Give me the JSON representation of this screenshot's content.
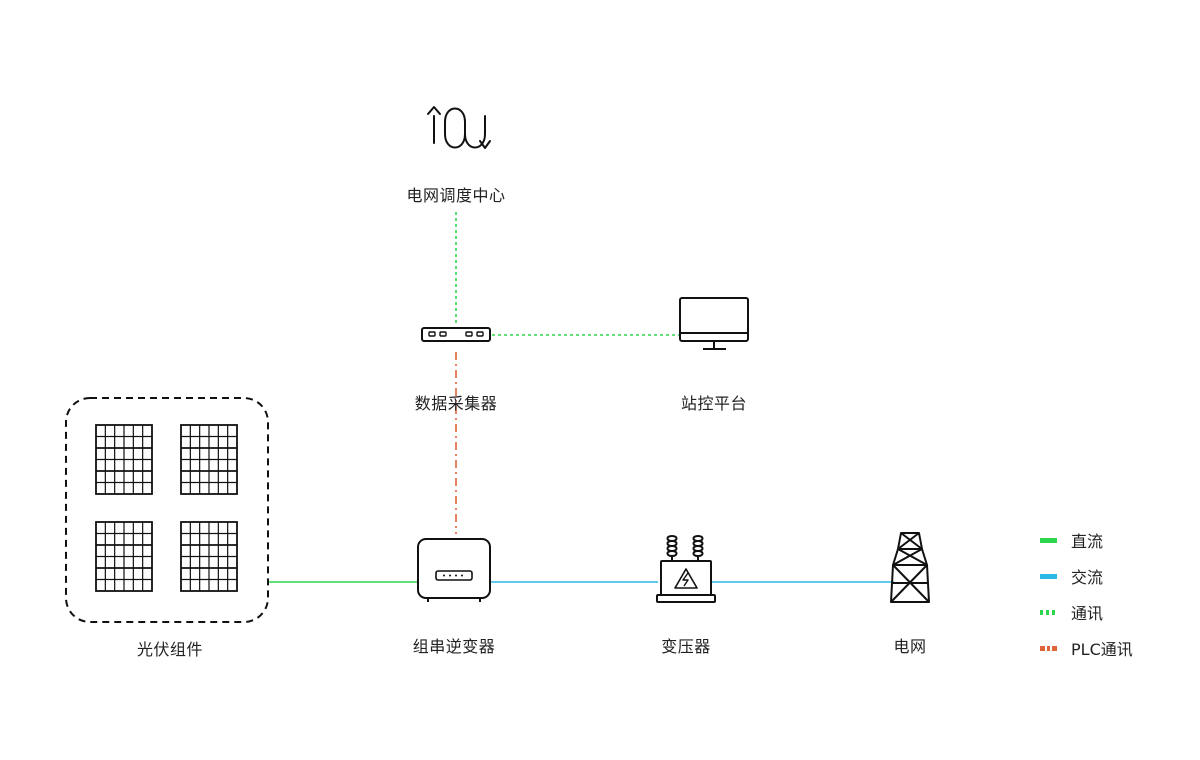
{
  "colors": {
    "dc": "#2ed64d",
    "ac": "#2bb8e4",
    "comm": "#2ed64d",
    "plc": "#e0643a",
    "stroke": "#111111"
  },
  "nodes": {
    "dispatch": "电网调度中心",
    "collector": "数据采集器",
    "station": "站控平台",
    "pv": "光伏组件",
    "inverter": "组串逆变器",
    "transformer": "变压器",
    "grid": "电网"
  },
  "legend": [
    {
      "label": "直流",
      "style": "solid",
      "color": "#2ed64d"
    },
    {
      "label": "交流",
      "style": "solid",
      "color": "#2bb8e4"
    },
    {
      "label": "通讯",
      "style": "dotted",
      "color": "#2ed64d"
    },
    {
      "label": "PLC通讯",
      "style": "dashdot",
      "color": "#e0643a"
    }
  ],
  "icons": [
    "dispatch-icon",
    "data-collector-icon",
    "monitor-icon",
    "solar-panel-icon",
    "inverter-icon",
    "transformer-icon",
    "power-tower-icon"
  ]
}
